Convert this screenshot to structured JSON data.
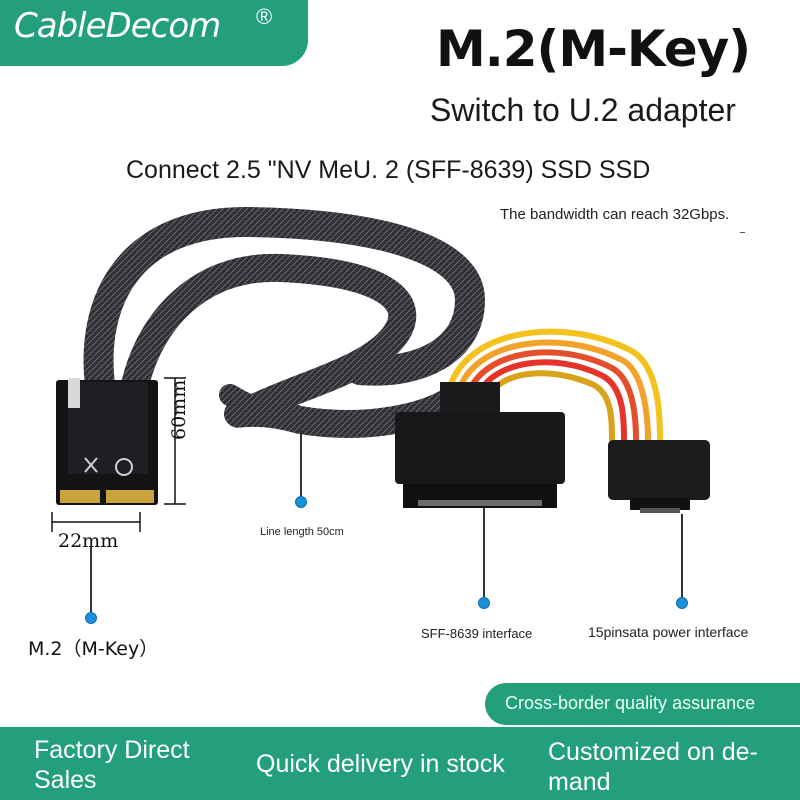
{
  "brand": {
    "logo_text": "CableDecom",
    "reg_mark": "®",
    "color": "#23a07a"
  },
  "header": {
    "title": "M.2(M-Key)",
    "subtitle": "Switch to U.2 adapter",
    "connect_text": "Connect 2.5 \"NV MeU. 2 (SFF-8639) SSD SSD",
    "bandwidth_text": "The bandwidth can reach 32Gbps."
  },
  "dimensions": {
    "height_label": "60mm",
    "width_label": "22mm"
  },
  "callouts": {
    "line_length": "Line length 50cm",
    "m2_label": "M.2（M-Key）",
    "sff_label": "SFF-8639 interface",
    "power_label": "15pinsata power interface",
    "dot_color": "#1c8fd8"
  },
  "badge": {
    "text": "Cross-border quality assurance"
  },
  "footer": {
    "item1": "Factory Direct Sales",
    "item2": "Quick delivery in stock",
    "item3": "Customized on de-mand"
  }
}
